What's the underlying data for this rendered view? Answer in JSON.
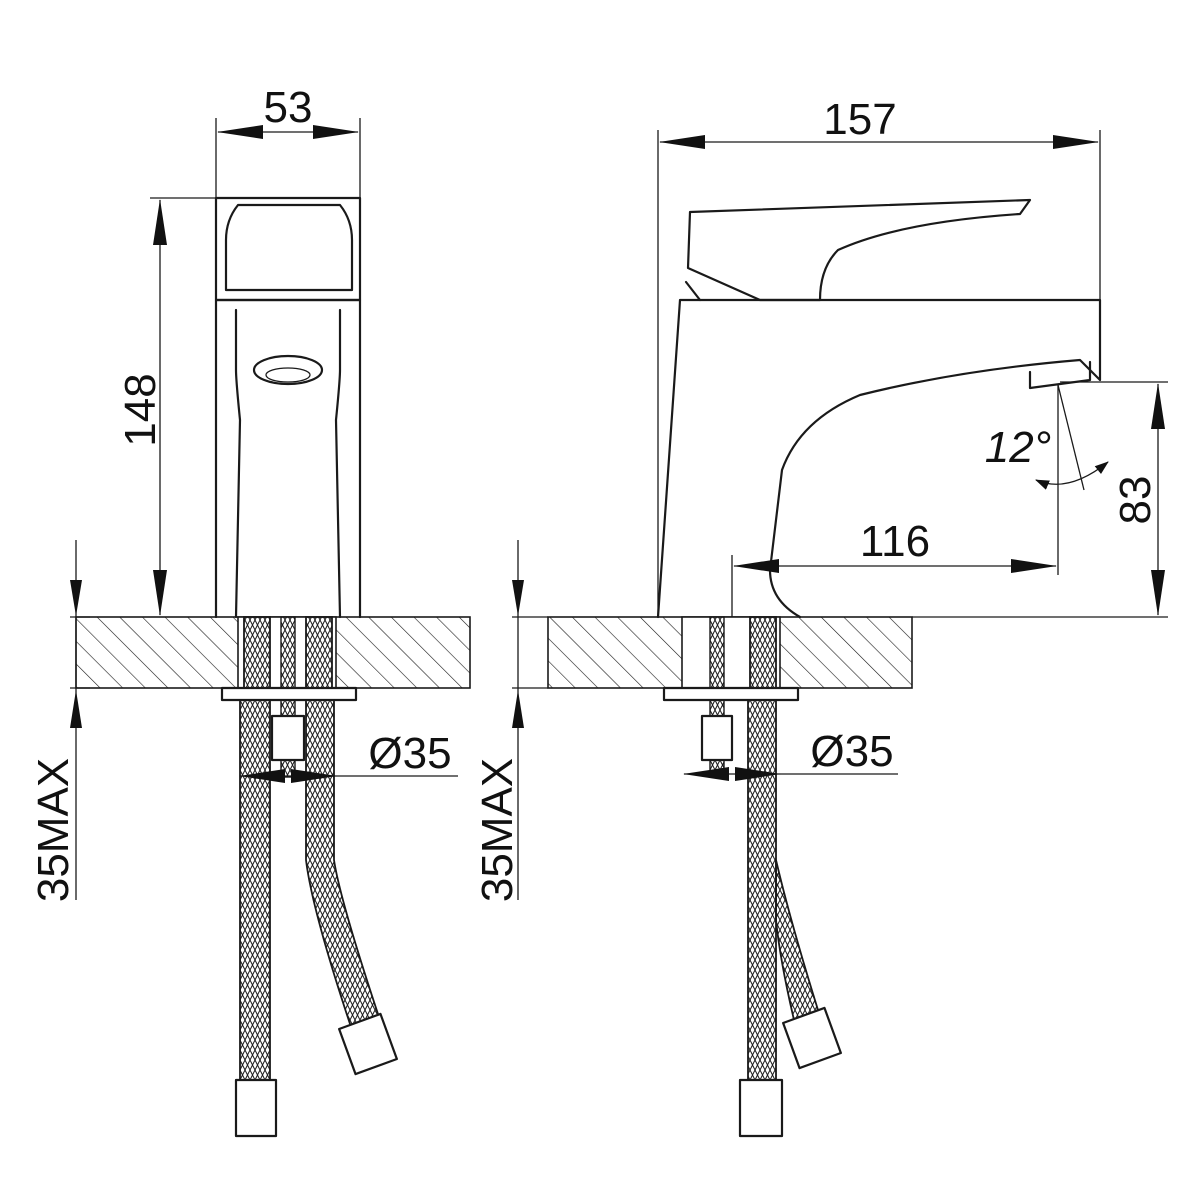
{
  "dimensions": {
    "front_width": "53",
    "front_height": "148",
    "front_max_thickness": "35MAX",
    "front_hole_diameter": "Ø35",
    "side_length": "157",
    "side_reach": "116",
    "side_spout_height": "83",
    "side_spout_angle": "12°",
    "side_max_thickness": "35MAX",
    "side_hole_diameter": "Ø35"
  },
  "colors": {
    "line": "#1a1a1a",
    "background": "#ffffff"
  }
}
